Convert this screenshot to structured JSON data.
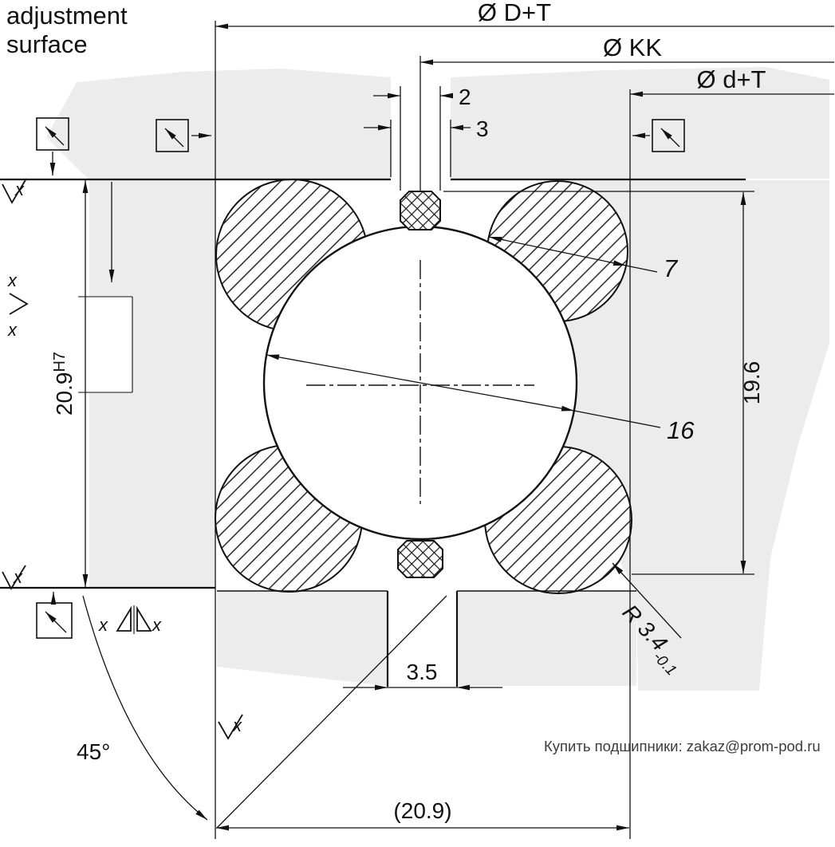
{
  "drawing": {
    "note": {
      "line1": "adjustment",
      "line2": "surface"
    },
    "dims": {
      "outer_dia": "Ø D+T",
      "pitch_dia": "Ø KK",
      "inner_dia": "Ø d+T",
      "spacer_w": "2",
      "slot_top": "3",
      "ball_small": "7",
      "ball_large": "16",
      "bore": "20.9",
      "bore_tol": "H7",
      "height": "19.6",
      "radius": "R 3.4",
      "radius_tol": "-0.1",
      "slot_bottom": "3.5",
      "angle": "45°",
      "ref_width": "(20.9)"
    },
    "mark": "x",
    "watermark": "Купить подшипники: zakaz@prom-pod.ru",
    "colors": {
      "line": "#111111",
      "housing": "#ececec",
      "watermark": "#3c3c3c"
    }
  }
}
